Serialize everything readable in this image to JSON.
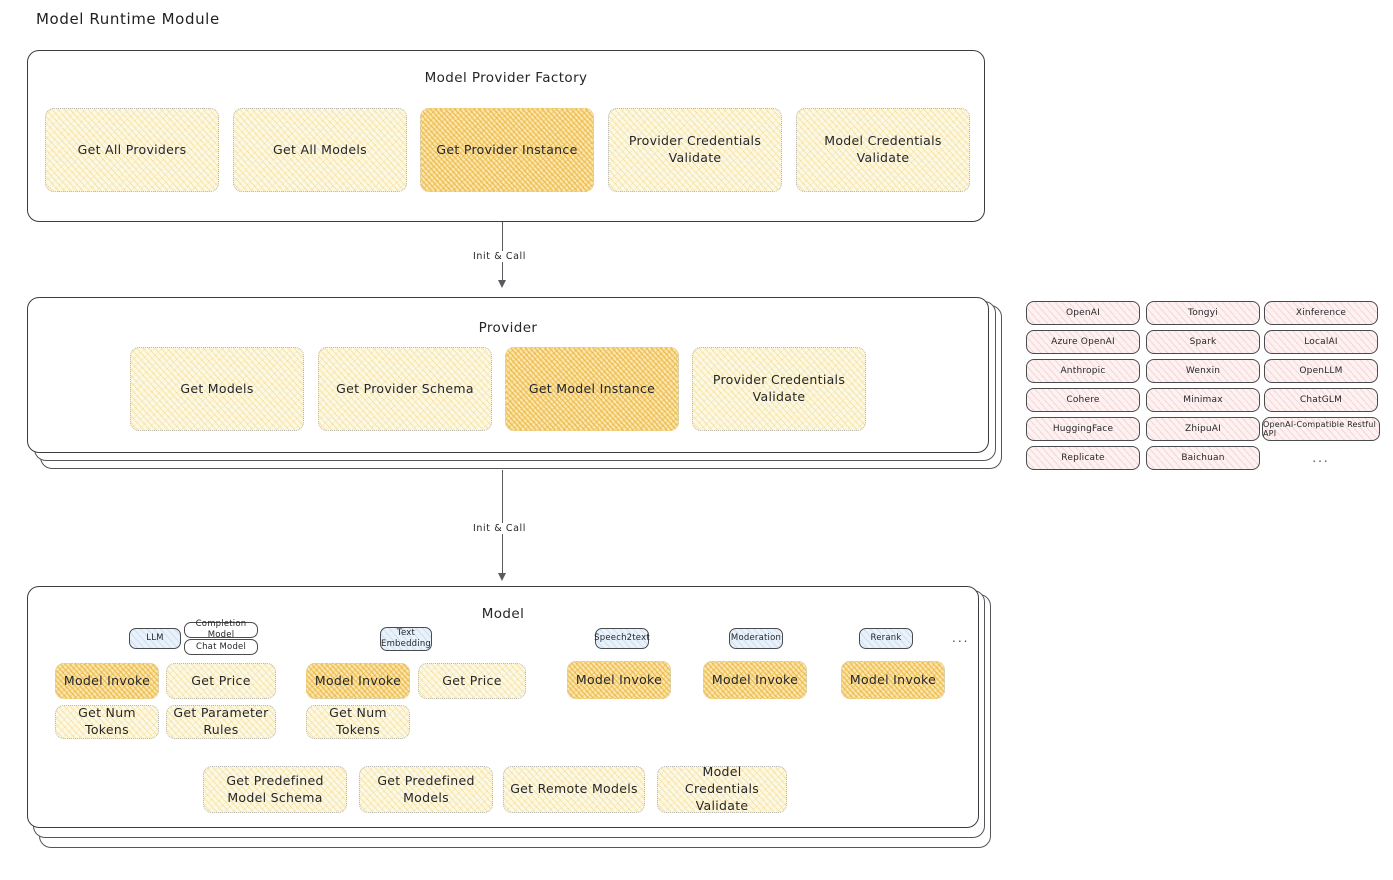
{
  "page": {
    "title": "Model Runtime Module"
  },
  "factory": {
    "title": "Model Provider Factory",
    "boxes": [
      {
        "label": "Get All Providers",
        "highlighted": false
      },
      {
        "label": "Get All Models",
        "highlighted": false
      },
      {
        "label": "Get Provider Instance",
        "highlighted": true
      },
      {
        "label": "Provider Credentials Validate",
        "highlighted": false
      },
      {
        "label": "Model Credentials Validate",
        "highlighted": false
      }
    ]
  },
  "arrows": [
    {
      "label": "Init & Call"
    },
    {
      "label": "Init & Call"
    }
  ],
  "provider": {
    "title": "Provider",
    "boxes": [
      {
        "label": "Get Models",
        "highlighted": false
      },
      {
        "label": "Get Provider Schema",
        "highlighted": false
      },
      {
        "label": "Get Model Instance",
        "highlighted": true
      },
      {
        "label": "Provider Credentials Validate",
        "highlighted": false
      }
    ]
  },
  "provider_list": {
    "columns": [
      {
        "items": [
          "OpenAI",
          "Azure OpenAI",
          "Anthropic",
          "Cohere",
          "HuggingFace",
          "Replicate"
        ]
      },
      {
        "items": [
          "Tongyi",
          "Spark",
          "Wenxin",
          "Minimax",
          "ZhipuAI",
          "Baichuan"
        ]
      },
      {
        "items": [
          "Xinference",
          "LocalAI",
          "OpenLLM",
          "ChatGLM",
          "OpenAI-Compatible Restful API",
          "..."
        ]
      }
    ]
  },
  "model": {
    "title": "Model",
    "more_indicator": "...",
    "types": [
      {
        "badge": "LLM",
        "sub_badges": [
          "Completion Model",
          "Chat Model"
        ],
        "methods": [
          {
            "label": "Model Invoke",
            "highlighted": true
          },
          {
            "label": "Get Price",
            "highlighted": false
          },
          {
            "label": "Get Num Tokens",
            "highlighted": false
          },
          {
            "label": "Get Parameter Rules",
            "highlighted": false
          }
        ]
      },
      {
        "badge": "Text Embedding",
        "sub_badges": [],
        "methods": [
          {
            "label": "Model Invoke",
            "highlighted": true
          },
          {
            "label": "Get Price",
            "highlighted": false
          },
          {
            "label": "Get Num Tokens",
            "highlighted": false
          }
        ]
      },
      {
        "badge": "Speech2text",
        "sub_badges": [],
        "methods": [
          {
            "label": "Model Invoke",
            "highlighted": true
          }
        ]
      },
      {
        "badge": "Moderation",
        "sub_badges": [],
        "methods": [
          {
            "label": "Model Invoke",
            "highlighted": true
          }
        ]
      },
      {
        "badge": "Rerank",
        "sub_badges": [],
        "methods": [
          {
            "label": "Model Invoke",
            "highlighted": true
          }
        ]
      }
    ],
    "common_methods": [
      {
        "label": "Get Predefined Model Schema"
      },
      {
        "label": "Get Predefined Models"
      },
      {
        "label": "Get Remote Models"
      },
      {
        "label": "Model Credentials Validate"
      }
    ]
  },
  "colors": {
    "sketch_fill": "#fdf8e3",
    "sketch_fill_highlight": "#fbe6ae",
    "provider_fill": "#fdf1f1",
    "badge_fill": "#e9f2fb",
    "stroke": "#3b3c40"
  }
}
